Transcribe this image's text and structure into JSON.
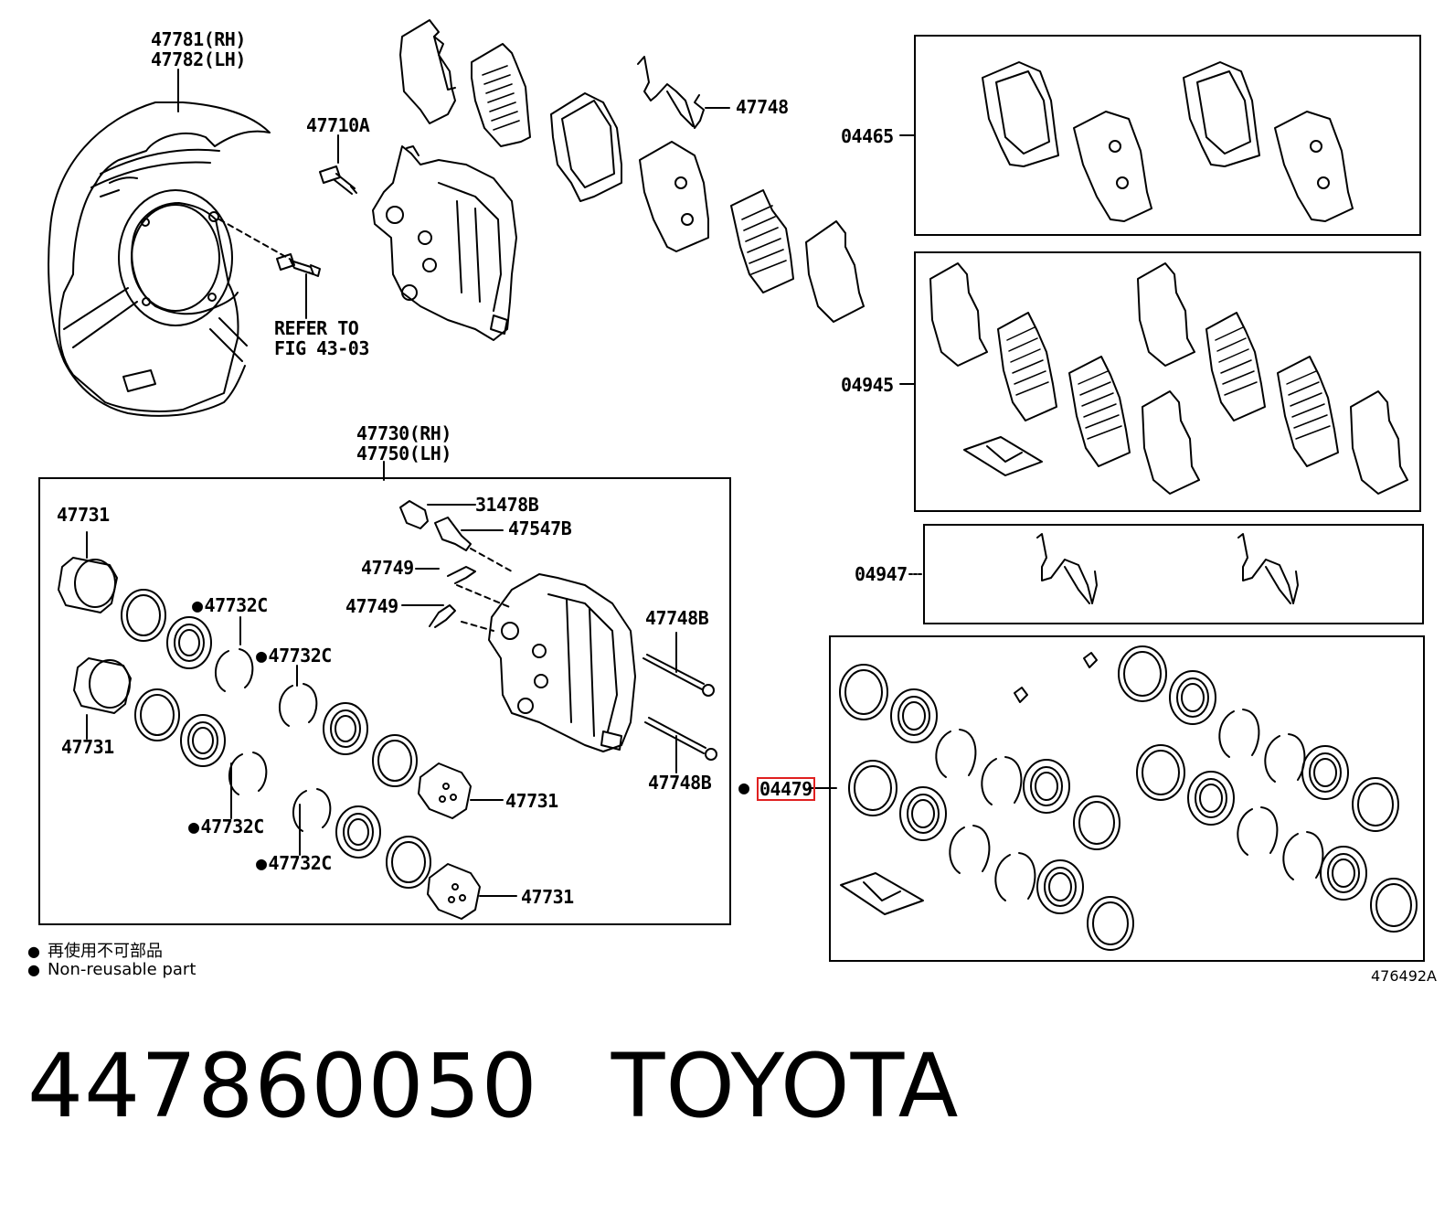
{
  "labels": {
    "dust_cover_rh": "47781(RH)",
    "dust_cover_lh": "47782(LH)",
    "bolt": "47710A",
    "refer_line1": "REFER TO",
    "refer_line2": "FIG 43-03",
    "spring_top": "47748",
    "caliper_rh": "47730(RH)",
    "caliper_lh": "47750(LH)",
    "piston_a": "47731",
    "piston_b": "47731",
    "piston_c": "47731",
    "piston_d": "47731",
    "seal_a": "47732C",
    "seal_b": "47732C",
    "seal_c": "47732C",
    "seal_d": "47732C",
    "cap": "31478B",
    "bleeder": "47547B",
    "clip_a": "47749",
    "clip_b": "47749",
    "pin_a": "47748B",
    "pin_b": "47748B",
    "pad_kit": "04465",
    "shim_kit": "04945",
    "spring_kit": "04947",
    "seal_kit": "04479"
  },
  "legend": {
    "line1": "再使用不可部品",
    "line2": "Non-reusable part"
  },
  "figure_code": "476492A",
  "footer": {
    "part_number": "447860050",
    "brand": "TOYOTA"
  },
  "highlight_color": "#e02020"
}
